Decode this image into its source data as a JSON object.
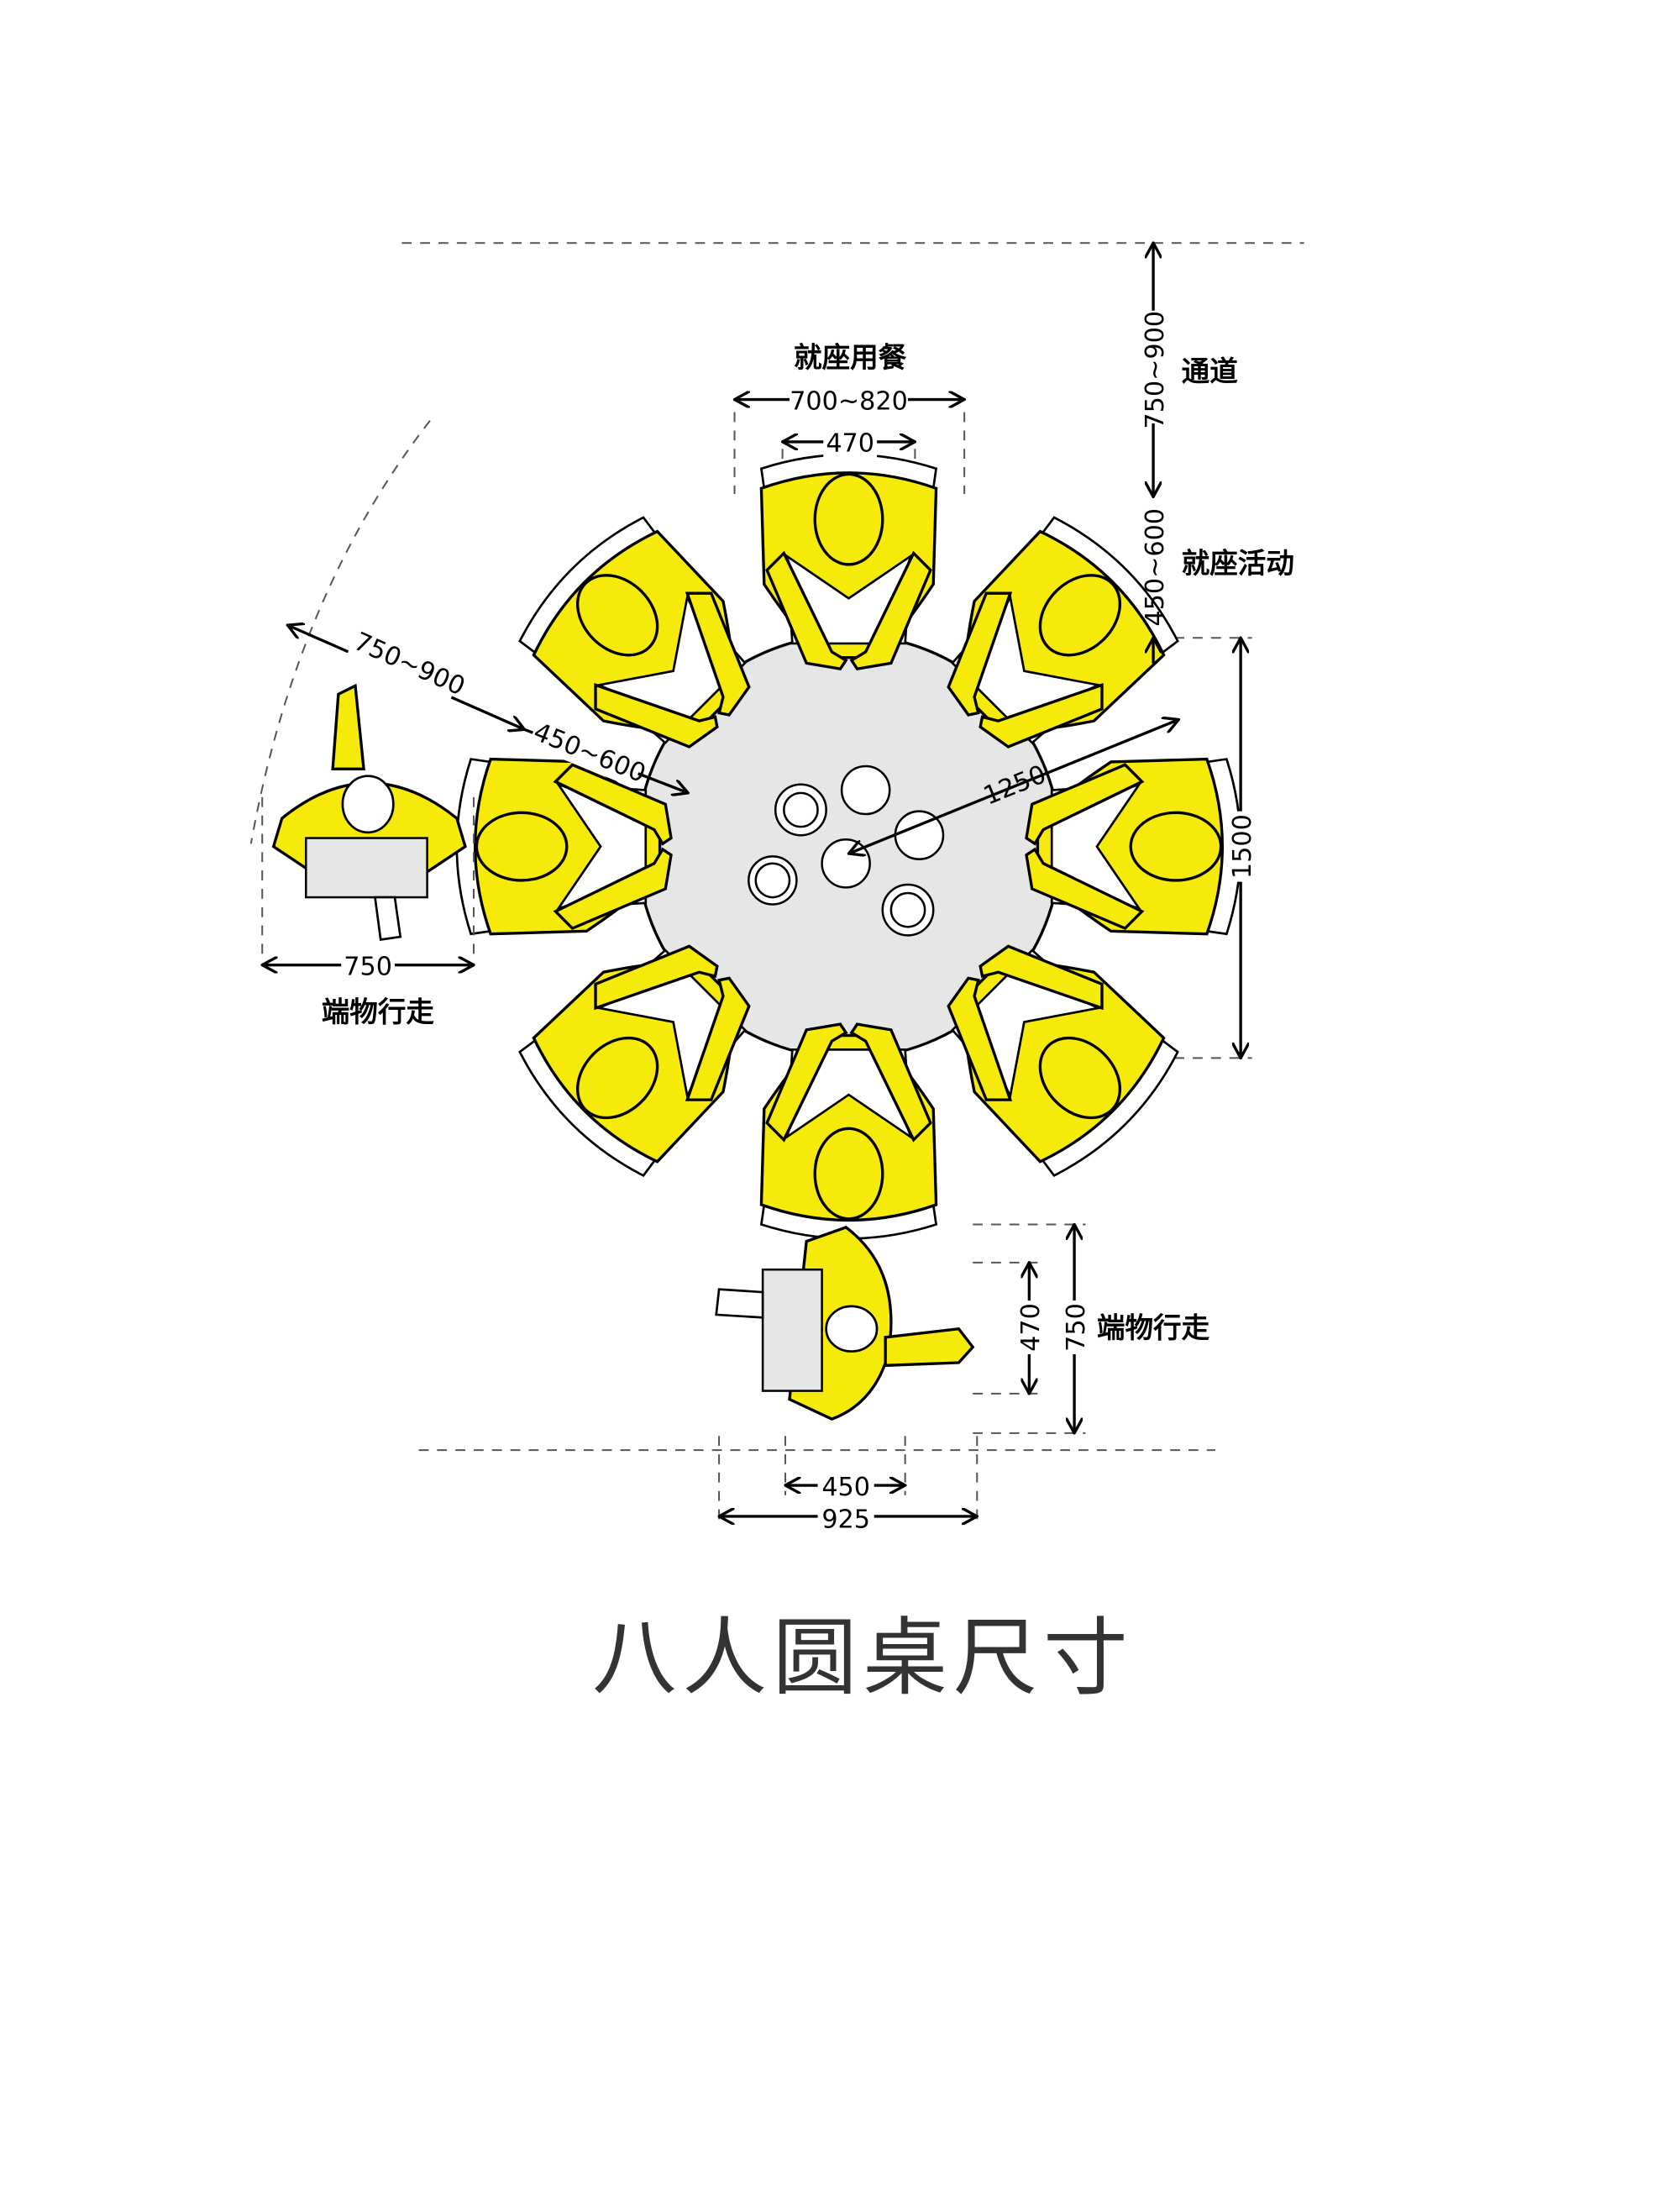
{
  "title": "八人圆桌尺寸",
  "labels": {
    "seated_dining": "就座用餐",
    "aisle": "通道",
    "seated_activity": "就座活动",
    "serving_walk_left": "端物行走",
    "serving_walk_bottom": "端物行走"
  },
  "dimensions": {
    "seat_width": "700~820",
    "seat_inner": "470",
    "aisle_depth": "750~900",
    "activity_depth": "450~600",
    "table_diameter": "1500",
    "radius_reach": "1250",
    "diag_aisle": "750~900",
    "diag_activity": "450~600",
    "left_server_width": "750",
    "bottom_server_depth_inner": "470",
    "bottom_server_depth": "750",
    "bottom_server_inner_width": "450",
    "bottom_server_width": "925"
  },
  "colors": {
    "person": "#f5ea0a",
    "table": "#e6e6e6"
  }
}
